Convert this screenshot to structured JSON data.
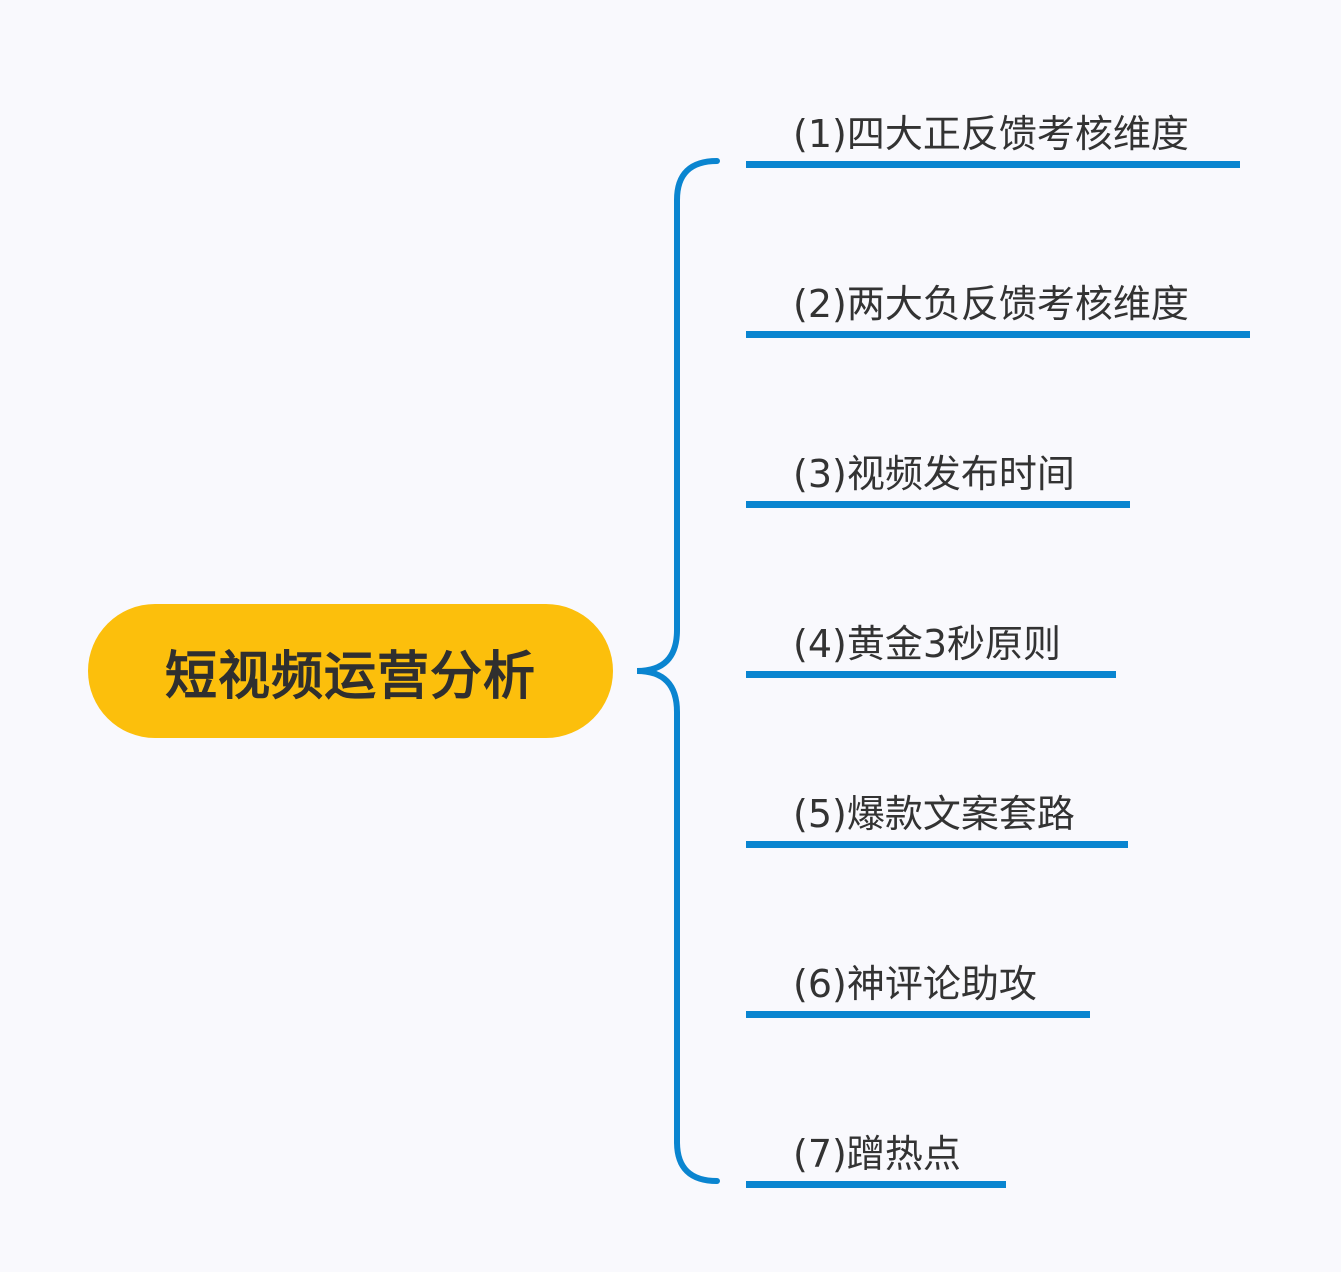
{
  "root": {
    "label": "短视频运营分析"
  },
  "colors": {
    "root": "#fcbf0c",
    "connector": "#0a85d0",
    "text": "#333333"
  },
  "branches": [
    {
      "label": "(1)四大正反馈考核维度"
    },
    {
      "label": "(2)两大负反馈考核维度"
    },
    {
      "label": "(3)视频发布时间"
    },
    {
      "label": "(4)黄金3秒原则"
    },
    {
      "label": "(5)爆款文案套路"
    },
    {
      "label": "(6)神评论助攻"
    },
    {
      "label": "(7)蹭热点"
    }
  ]
}
